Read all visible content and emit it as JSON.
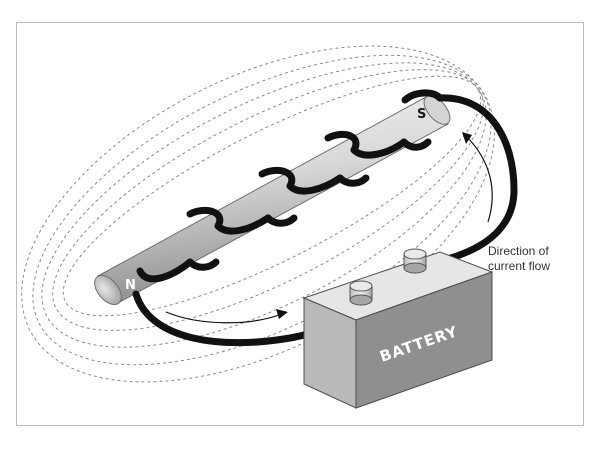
{
  "labels": {
    "north_pole": "N",
    "south_pole": "S",
    "battery": "BATTERY",
    "current_caption_line1": "Direction of",
    "current_caption_line2": "current flow"
  },
  "colors": {
    "wire": "#111111",
    "rod_light": "#f1f1f1",
    "rod_dark": "#9a9a9a",
    "battery_front": "#8f8f8f",
    "battery_top": "#e6e6e6",
    "battery_side": "#b9b9b9",
    "field_lines": "#8a8a8a"
  }
}
